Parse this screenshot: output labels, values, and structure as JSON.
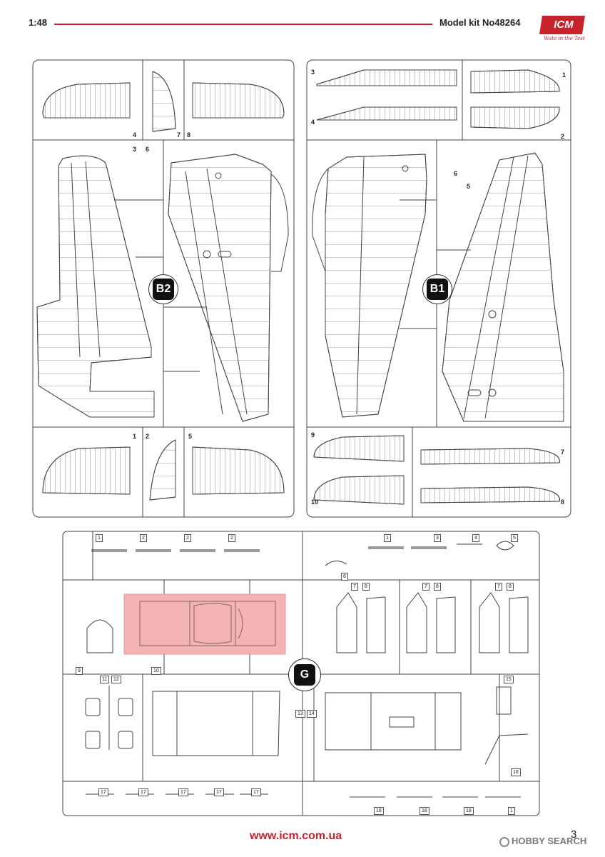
{
  "header": {
    "scale": "1:48",
    "kit": "Model kit No48264"
  },
  "logo": {
    "brand": "ICM",
    "tagline": "Wato in the Test",
    "color": "#c8232b"
  },
  "sprue_b2": {
    "badge": "B2",
    "labels": [
      "4",
      "7",
      "8",
      "3",
      "6",
      "1",
      "2",
      "5"
    ]
  },
  "sprue_b1": {
    "badge": "B1",
    "labels": [
      "3",
      "4",
      "1",
      "2",
      "6",
      "5",
      "9",
      "10",
      "7",
      "8"
    ]
  },
  "sprue_g": {
    "badge": "G",
    "labels": [
      "1",
      "2",
      "2",
      "2",
      "1",
      "3",
      "4",
      "5",
      "6",
      "7",
      "8",
      "7",
      "8",
      "7",
      "8",
      "9",
      "10",
      "11",
      "12",
      "13",
      "14",
      "15",
      "16",
      "17",
      "17",
      "17",
      "17",
      "17",
      "18",
      "18",
      "18",
      "1"
    ]
  },
  "highlight_color": "#f4b3b3",
  "footer": {
    "url": "www.icm.com.ua",
    "page": "3",
    "watermark": "HOBBY SEARCH"
  }
}
